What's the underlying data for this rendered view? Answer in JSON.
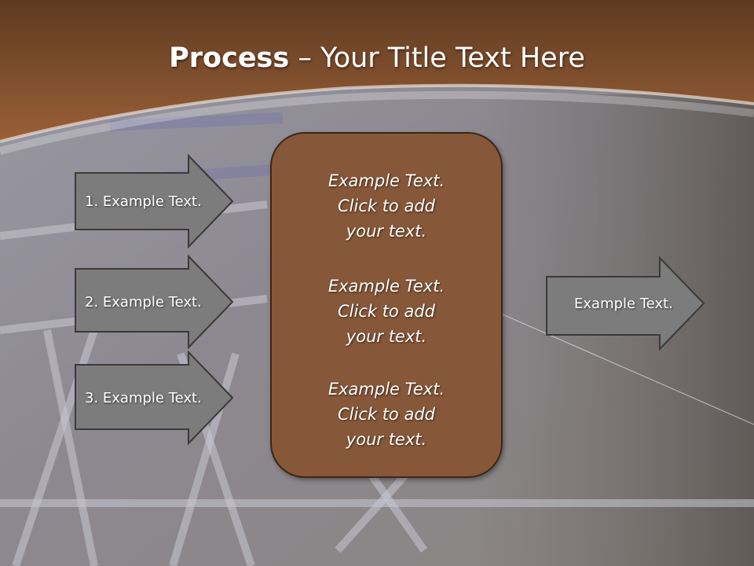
{
  "title": {
    "bold": "Process",
    "rest": " – Your Title Text Here"
  },
  "left_arrows": [
    {
      "label": "1. Example Text."
    },
    {
      "label": "2. Example Text."
    },
    {
      "label": "3. Example Text."
    }
  ],
  "center_box": {
    "paragraphs": [
      {
        "line1": "Example Text.",
        "line2": "Click  to add",
        "line3": "your text."
      },
      {
        "line1": "Example Text.",
        "line2": "Click  to add",
        "line3": "your text."
      },
      {
        "line1": "Example Text.",
        "line2": "Click  to add",
        "line3": "your text."
      }
    ]
  },
  "right_arrow": {
    "label": "Example Text."
  },
  "colors": {
    "header_brown": "#8a5532",
    "center_box_fill": "#865738",
    "arrow_fill": "#7c7c7c",
    "arrow_stroke": "#3a3a3a"
  }
}
